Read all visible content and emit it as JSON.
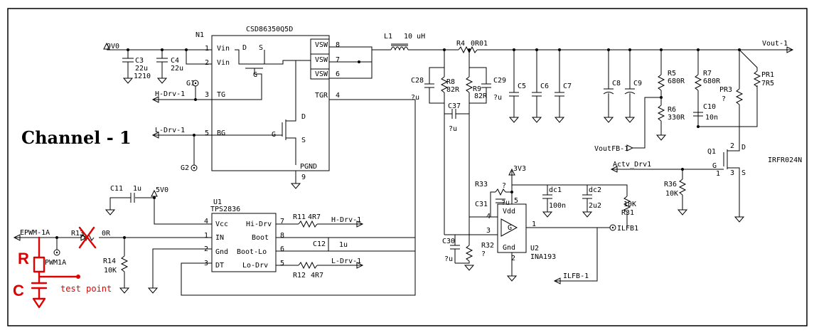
{
  "title": "Channel - 1",
  "fet_n1": {
    "ref": "N1",
    "part": "CSD86350Q5D",
    "pins": [
      "Vin",
      "Vin",
      "TG",
      "BG",
      "VSW",
      "VSW",
      "VSW",
      "TGR",
      "PGND"
    ],
    "pin_numbers": [
      "1",
      "2",
      "3",
      "5",
      "8",
      "7",
      "6",
      "4",
      "9"
    ],
    "inner": [
      "D",
      "S",
      "G",
      "D",
      "G",
      "S"
    ]
  },
  "rails": {
    "v9": "9V0",
    "v5": "5V0",
    "v33": "3V3"
  },
  "components": {
    "c3": [
      "C3",
      "22u",
      "1210"
    ],
    "c4": [
      "C4",
      "22u"
    ],
    "l1": [
      "L1",
      "10 uH"
    ],
    "r4": [
      "R4",
      "0R01"
    ],
    "r8": [
      "R8",
      "82R"
    ],
    "r9": [
      "R9",
      "82R"
    ],
    "c28": [
      "C28",
      "?u"
    ],
    "c29": [
      "C29",
      "?u"
    ],
    "c37": [
      "C37",
      "?u"
    ],
    "c5": "C5",
    "c6": "C6",
    "c7": "C7",
    "c8": "C8",
    "c9": "C9",
    "r5": [
      "R5",
      "680R"
    ],
    "r7": [
      "R7",
      "680R"
    ],
    "r6": [
      "R6",
      "330R"
    ],
    "c10": [
      "C10",
      "10n"
    ],
    "pr1": [
      "PR1",
      "7R5"
    ],
    "pr3": [
      "PR3",
      "?"
    ],
    "q1": [
      "Q1",
      "IRFR024N"
    ],
    "q1_pins": [
      "D",
      "G",
      "S",
      "1",
      "2",
      "3"
    ],
    "r36": [
      "R36",
      "10K"
    ],
    "c11": [
      "C11",
      "1u"
    ],
    "r11": [
      "R11",
      "4R7"
    ],
    "r12": [
      "R12",
      "4R7"
    ],
    "c12": [
      "C12",
      "1u"
    ],
    "r13": [
      "R13",
      "0R"
    ],
    "r14": [
      "R14",
      "10K"
    ],
    "r33": [
      "R33",
      "?"
    ],
    "c31": [
      "C31",
      "?u"
    ],
    "c30": [
      "C30",
      "?u"
    ],
    "r32": [
      "R32",
      "?"
    ],
    "dc1": [
      "dc1",
      "100n"
    ],
    "dc2": [
      "dc2",
      "2u2"
    ],
    "r31": [
      "R31",
      "10K"
    ]
  },
  "u1": {
    "ref": "U1",
    "part": "TPS2836",
    "left": [
      "Vcc",
      "IN",
      "Gnd",
      "DT"
    ],
    "left_nums": [
      "4",
      "1",
      "2",
      "3"
    ],
    "right": [
      "Hi-Drv",
      "Boot",
      "Boot-Lo",
      "Lo-Drv"
    ],
    "right_nums": [
      "7",
      "8",
      "6",
      "5"
    ]
  },
  "u2": {
    "ref": "U2",
    "part": "INA193",
    "pins": [
      "Vdd",
      "Gnd",
      "G"
    ],
    "nums": [
      "5",
      "4",
      "3",
      "2",
      "1"
    ]
  },
  "nets": {
    "vout": "Vout-1",
    "hdrv": "H-Drv-1",
    "ldrv": "L-Drv-1",
    "voutfb": "VoutFB-1",
    "actv": "Actv_Drv1",
    "ilfb": "ILFB-1",
    "ilfb_tp": "ILFB1",
    "epwm": "EPWM-1A",
    "pwm_tp": "PWM1A",
    "g1": "G1",
    "g2": "G2"
  },
  "annotations": {
    "r_mark": "R",
    "c_mark": "C",
    "test_point": "test point"
  }
}
